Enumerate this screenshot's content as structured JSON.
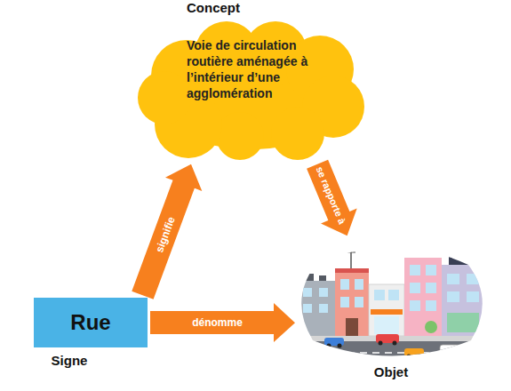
{
  "diagram": {
    "nodes": [
      {
        "text": [
          "Concept",
          "Voie de circulation routière aménagée à l’intérieur d’une agglomération"
        ]
      },
      {
        "text": [
          "Rue",
          "Signe"
        ]
      },
      {
        "text": [
          "Objet"
        ]
      }
    ],
    "edges": [
      {
        "from": 1,
        "to": 0,
        "arrow": "to",
        "label": "signifie"
      },
      {
        "from": 0,
        "to": 2,
        "arrow": "to",
        "label": "se rapporte à"
      },
      {
        "from": 1,
        "to": 2,
        "arrow": "to",
        "label": "dénomme"
      }
    ]
  }
}
